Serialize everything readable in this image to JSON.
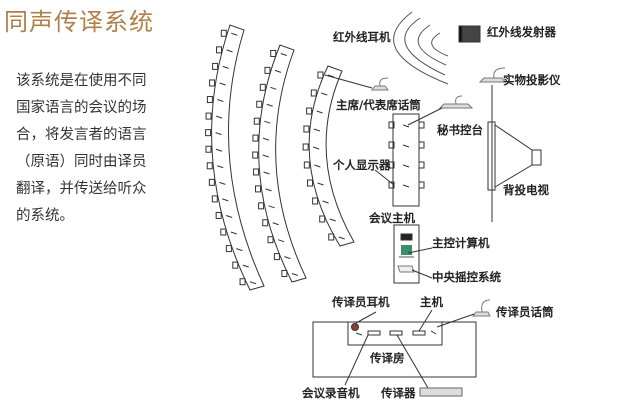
{
  "title": "同声传译系统",
  "description": "该系统是在使用不同国家语言的会议的场合，将发言者的语言（原语）同时由译员翻译，并传送给听众的系统。",
  "labels": {
    "ir_headphones": "红外线耳机",
    "ir_emitter": "红外线发射器",
    "visualizer": "实物投影仪",
    "chair_mic": "主席/代表席话筒",
    "secretary": "秘书控台",
    "personal_display": "个人显示器",
    "rear_tv": "背投电视",
    "conference_host": "会议主机",
    "main_pc": "主控计算机",
    "central_control": "中央摇控系统",
    "interpreter_headphones": "传译员耳机",
    "host": "主机",
    "interpreter_mic": "传译员话筒",
    "booth": "传译房",
    "recorder": "会议录音机",
    "interpreter_unit": "传译器"
  }
}
